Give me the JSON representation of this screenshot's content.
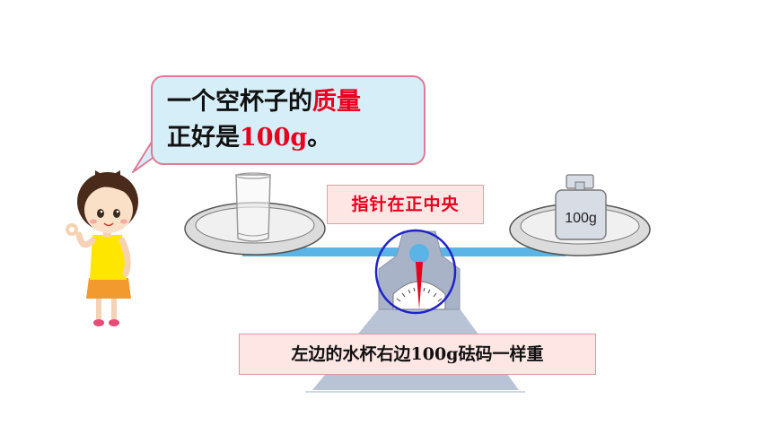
{
  "speech_bubble": {
    "line1_plain": "一个空杯子的",
    "line1_highlight": "质量",
    "line2_plain": "正好是",
    "line2_highlight": "100g",
    "line2_end": "。"
  },
  "pointer_tag": "指针在正中央",
  "weight_label": "100g",
  "caption": "左边的水杯右边100g砝码一样重",
  "colors": {
    "highlight_red": "#e8001e",
    "bubble_fill": "#d6eef7",
    "bubble_border": "#e07a95",
    "beam_blue": "#5ab4e6",
    "circle_blue": "#1f24c8",
    "label_fill": "#fde6e3"
  }
}
